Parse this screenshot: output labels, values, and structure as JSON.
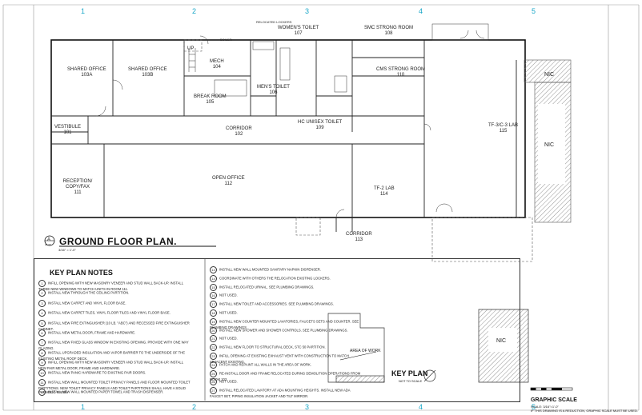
{
  "grid_numbers": [
    "1",
    "2",
    "3",
    "4",
    "5"
  ],
  "rooms": [
    {
      "name": "SHARED OFFICE",
      "number": "103A"
    },
    {
      "name": "SHARED OFFICE",
      "number": "103B"
    },
    {
      "name": "MECH",
      "number": "104"
    },
    {
      "name": "BREAK ROOM",
      "number": "105"
    },
    {
      "name": "WOMEN'S TOILET",
      "number": "107"
    },
    {
      "name": "MEN'S TOILET",
      "number": "106"
    },
    {
      "name": "SMC STRONG ROOM",
      "number": "108"
    },
    {
      "name": "CMS STRONG ROOM",
      "number": "110"
    },
    {
      "name": "HC UNISEX TOILET",
      "number": "109"
    },
    {
      "name": "VESTIBULE",
      "number": "101"
    },
    {
      "name": "CORRIDOR",
      "number": "102"
    },
    {
      "name": "OPEN OFFICE",
      "number": "112"
    },
    {
      "name": "RECEPTION/ COPY/FAX",
      "number": "111"
    },
    {
      "name": "TF-2 LAB",
      "number": "114"
    },
    {
      "name": "TF-3/C-3 LAB",
      "number": "115"
    },
    {
      "name": "CORRIDOR",
      "number": "113"
    }
  ],
  "nic_labels": [
    "NIC",
    "NIC",
    "NIC"
  ],
  "plan_title": "GROUND FLOOR PLAN.",
  "plan_scale": "3/16\" = 1'-0\"",
  "plan_tag_letter": "A",
  "plan_tag_sheet": "A1.00",
  "notes_title": "KEY PLAN NOTES",
  "notes_left": [
    "INFILL OPENING WITH NEW MASONRY VENEER AND STUD WALL BACK-UP. INSTALL THREE NEW WINDOWS TO MATCH UNITS IN ROOM 111.",
    "INSTALL NEW THROUGH THE CEILING PARTITION.",
    "INSTALL NEW CARPET AND VINYL FLOOR BASE.",
    "INSTALL NEW CARPET TILES, VINYL FLOOR TILES AND VINYL FLOOR BASE.",
    "INSTALL NEW FIRE EXTINGUISHER (10 LB. \"ABC\") AND RECESSED FIRE EXTINGUISHER CABINET.",
    "INSTALL NEW METAL DOOR, FRAME AND HARDWARE.",
    "INSTALL NEW FIXED GLASS WINDOW IN EXISTING OPENING. PROVIDE WITH ONE WAY GLAZING.",
    "INSTALL UPGRADED INSULATION AND VAPOR BARRIER TO THE UNDERSIDE OF THE EXISTING METAL ROOF DECK.",
    "INFILL OPENING WITH NEW MASONRY VENEER AND STUD WALL BACK-UP. INSTALL NEW PAIR METAL DOOR, FRAME AND HARDWARE.",
    "INSTALL NEW PANIC HARDWARE TO EXISTING PAIR DOORS.",
    "INSTALL NEW WALL MOUNTED TOILET PRIVACY PANELS AND FLOOR MOUNTED TOILET PARTITIONS. NEW TOILET PRIVACY PANELS AND TOILET PARTITIONS SHALL HAVE A SOLID PHENOLIC FINISH.",
    "INSTALL NEW WALL MOUNTED PAPER TOWEL AND TRASH DISPENSER."
  ],
  "notes_right": [
    "INSTALL NEW WALL MOUNTED SANITARY NAPKIN DISPENSER.",
    "COORDINATE WITH OTHERS THE RELOCATION EXISTING LOCKERS.",
    "INSTALL RELOCATED URINAL. SEE PLUMBING DRAWINGS.",
    "NOT USED.",
    "INSTALL NEW TOILET AND ACCESSORIES. SEE PLUMBING DRAWINGS.",
    "NOT USED.",
    "INSTALL NEW COUNTER MOUNTED LAVATORIES, FAUCETS SETS AND COUNTER. SEE PLUMBING DRAWINGS.",
    "INSTALL NEW SHOWER AND SHOWER CONTROLS. SEE PLUMBING DRAWINGS.",
    "NOT USED.",
    "INSTALL NEW FLOOR TO STRUCTURAL DECK, STC 50 PARTITION.",
    "INFILL OPENING AT EXISTING EXHAUST VENT WITH CONSTRUCTION TO MATCH ADJACENT EXISTING.",
    "PATCH AND REPAINT ALL WALLS IN THE AREA OF WORK.",
    "RE-INSTALL DOOR AND FRAME RELOCATED DURING DEMOLITION OPERATIONS FROM ROOM 103.",
    "NOT USED.",
    "INSTALL RELOCATED LAVATORY AT ADA MOUNTING HEIGHTS. INSTALL NEW ADA FAUCET SET, PIPING INSULATION JACKET AND TILT MIRROR."
  ],
  "key_plan": {
    "title": "KEY PLAN",
    "scale": "NOT TO SCALE",
    "area_label": "AREA OF WORK",
    "nic": "NIC"
  },
  "graphic_scale": {
    "title": "GRAPHIC SCALE",
    "scale": "SCALE: 3/16\"=1'-0\"",
    "note1": "IF THIS DRAWING IS A REDUCTION,",
    "note2": "GRAPHIC SCALE MUST BE USED."
  },
  "misc": {
    "up": "UP",
    "boiler": "BOILER",
    "relocated_lockers": "RELOCATED LOCKERS"
  }
}
